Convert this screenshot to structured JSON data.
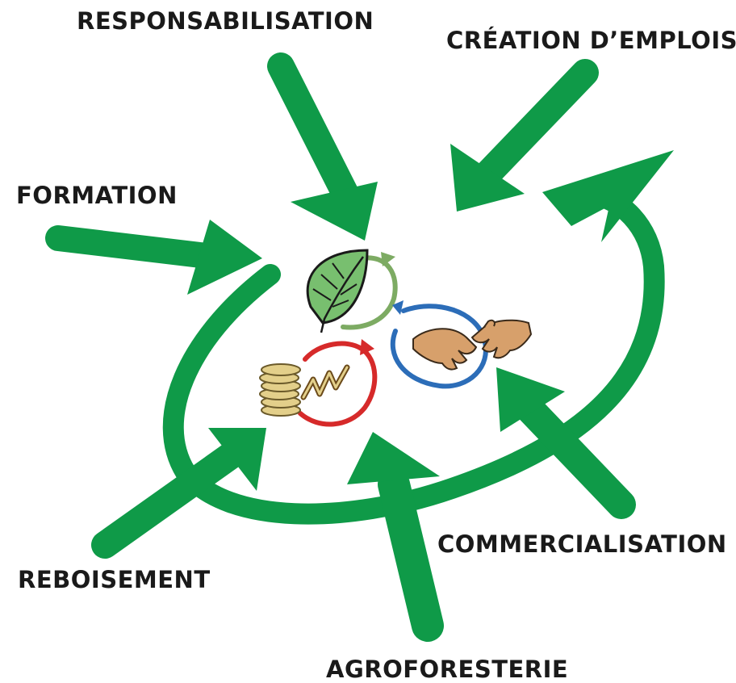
{
  "labels": {
    "responsabilisation": "RESPONSABILISATION",
    "creation_emplois": "CRÉATION D’EMPLOIS",
    "formation": "FORMATION",
    "commercialisation": "COMMERCIALISATION",
    "reboisement": "REBOISEMENT",
    "agroforesterie": "AGROFORESTERIE"
  },
  "colors": {
    "arrow_green": "#0f9a48",
    "leaf_green": "#78bf6f",
    "cycle_blue": "#2c6db8",
    "cycle_red": "#d62a2a",
    "cycle_green": "#7dab63",
    "skin": "#d7a06b",
    "coin": "#e3cf8a"
  },
  "icons": [
    "leaf-icon",
    "handshake-icon",
    "coins-icon",
    "growth-chart-icon"
  ]
}
